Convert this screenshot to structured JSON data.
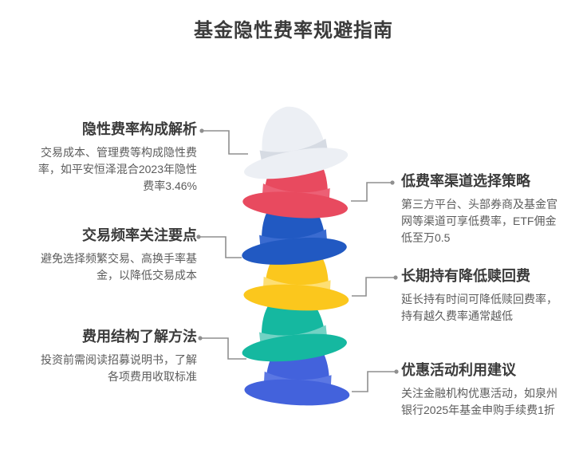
{
  "title": "基金隐性费率规避指南",
  "sections": {
    "left": [
      {
        "heading": "隐性费率构成解析",
        "body": "交易成本、管理费等构成隐性费率，如平安恒泽混合2023年隐性费率3.46%"
      },
      {
        "heading": "交易频率关注要点",
        "body": "避免选择频繁交易、高换手率基金，以降低交易成本"
      },
      {
        "heading": "费用结构了解方法",
        "body": "投资前需阅读招募说明书，了解各项费用收取标准"
      }
    ],
    "right": [
      {
        "heading": "低费率渠道选择策略",
        "body": "第三方平台、头部券商及基金官网等渠道可享低费率，ETF佣金低至万0.5"
      },
      {
        "heading": "长期持有降低赎回费",
        "body": "延长持有时间可降低赎回费率，持有越久费率通常越低"
      },
      {
        "heading": "优惠活动利用建议",
        "body": "关注金融机构优惠活动，如泉州银行2025年基金申购手续费1折"
      }
    ]
  },
  "hats": [
    {
      "name": "white-hat",
      "crown": "#ECEFF4",
      "band": "#D6DBE3"
    },
    {
      "name": "red-hat",
      "crown": "#E84A5F",
      "band": "#EC6075"
    },
    {
      "name": "blue-hat",
      "crown": "#2159C2",
      "band": "#3A6BD0"
    },
    {
      "name": "yellow-hat",
      "crown": "#FBC71D",
      "band": "#FDDF74"
    },
    {
      "name": "teal-hat",
      "crown": "#15B8A0",
      "band": "#72D2C4"
    },
    {
      "name": "indigo-hat",
      "crown": "#4362DC",
      "band": "#5B77E3"
    }
  ],
  "colors": {
    "background": "#FFFFFF",
    "title": "#3B3B3B",
    "heading": "#3B3B3B",
    "body": "#5C5C5C",
    "connector": "#8F8F8F"
  }
}
